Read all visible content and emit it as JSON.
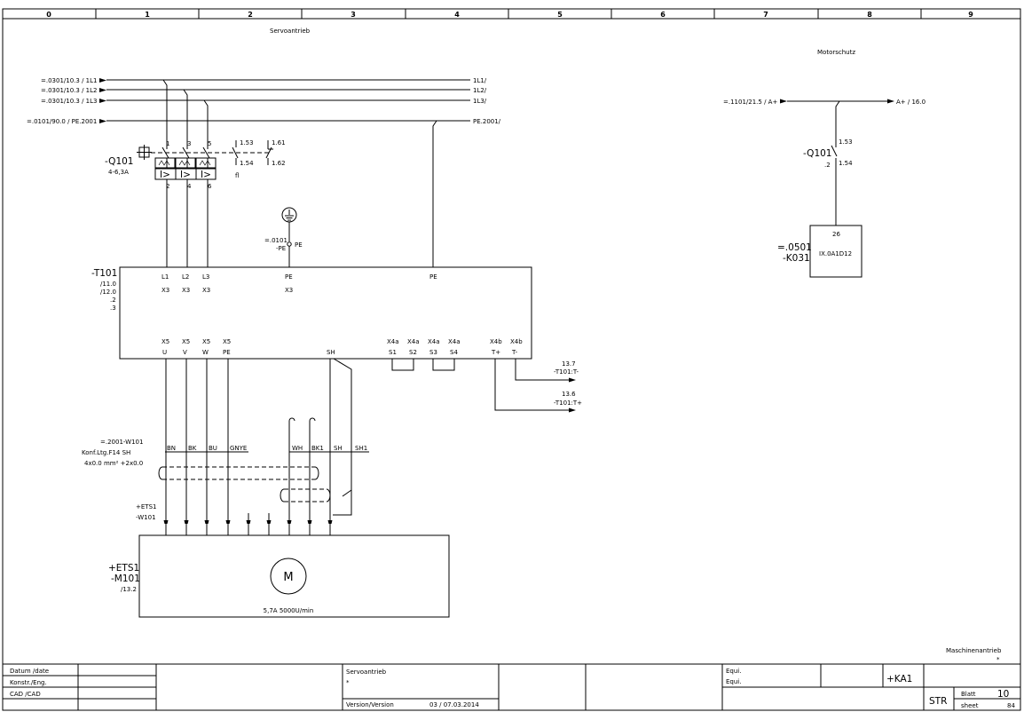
{
  "frame": {
    "columns": [
      "0",
      "1",
      "2",
      "3",
      "4",
      "5",
      "6",
      "7",
      "8",
      "9"
    ]
  },
  "headings": {
    "servo": "Servoantrieb",
    "motorschutz": "Motorschutz"
  },
  "supply": {
    "ref1": "=.0301/10.3 / 1L1",
    "ref2": "=.0301/10.3 / 1L2",
    "ref3": "=.0301/10.3 / 1L3",
    "ref_pe": "=.0101/90.0 / PE.2001",
    "out1": "1L1/",
    "out2": "1L2/",
    "out3": "1L3/",
    "out_pe": "PE.2001/"
  },
  "q101": {
    "tag": "-Q101",
    "rating": "4-6,3A",
    "t1": "1",
    "t3": "3",
    "t5": "5",
    "t2": "2",
    "t4": "4",
    "t6": "6",
    "trip": "I>",
    "aux153": "1.53",
    "aux154": "1.54",
    "aux161": "1.61",
    "aux162": "1.62",
    "aux_mark": "ﬂ"
  },
  "pe_term": {
    "ref": "=.0101",
    "tag": "-PE",
    "label": "PE"
  },
  "t101": {
    "tag": "-T101",
    "ref1": "/11.0",
    "ref2": "/12.0",
    "ref3": ".2",
    "ref4": ".3",
    "top": [
      {
        "a": "L1",
        "b": "X3"
      },
      {
        "a": "L2",
        "b": "X3"
      },
      {
        "a": "L3",
        "b": "X3"
      },
      {
        "a": "PE",
        "b": "X3"
      },
      {
        "a": "PE",
        "b": ""
      }
    ],
    "bottom": [
      {
        "a": "X5",
        "b": "U"
      },
      {
        "a": "X5",
        "b": "V"
      },
      {
        "a": "X5",
        "b": "W"
      },
      {
        "a": "X5",
        "b": "PE"
      },
      {
        "a": "",
        "b": "SH"
      },
      {
        "a": "X4a",
        "b": "S1"
      },
      {
        "a": "X4a",
        "b": "S2"
      },
      {
        "a": "X4a",
        "b": "S3"
      },
      {
        "a": "X4a",
        "b": "S4"
      },
      {
        "a": "X4b",
        "b": "T+"
      },
      {
        "a": "X4b",
        "b": "T-"
      }
    ],
    "tm_ref": "13.7",
    "tm_tag": "-T101:T-",
    "tp_ref": "13.6",
    "tp_tag": "-T101:T+"
  },
  "cable": {
    "ref": "=.2001-W101",
    "type": "Konf.Ltg.F14 SH",
    "section": "4x0.0 mm² +2x0.0",
    "cores": [
      "BN",
      "BK",
      "BU",
      "GNYE",
      "WH",
      "BK1",
      "SH",
      "SH1"
    ]
  },
  "motor": {
    "loc": "+ETS1",
    "cable_tag": "-W101",
    "box_loc": "+ETS1",
    "tag": "-M101",
    "ref": "/13.2",
    "symbol": "M",
    "rating": "5,7A  5000U/min"
  },
  "motorschutz": {
    "in_ref": "=.1101/21.5 / A+",
    "out_ref": "A+ / 16.0",
    "tag": "-Q101",
    "tag_sub": ".2",
    "c153": "1.53",
    "c154": "1.54",
    "k_num": "26",
    "k_tag1": "=.0501",
    "k_tag2": "-K031",
    "k_type": "IX.0A1D12"
  },
  "title_block": {
    "date_label": "Datum  /date",
    "konstr_label": "Konstr./Eng.",
    "cad_label": "CAD  /CAD",
    "title": "Servoantrieb",
    "star": "*",
    "version_label": "Version/Version",
    "version_value": "03 /  07.03.2014",
    "equi1": "Equi.",
    "equi2": "Equi.",
    "location": "+KA1",
    "corner": "Maschinenantrieb",
    "corner_star": "*",
    "str": "STR",
    "blatt": "Blatt",
    "blatt_no": "10",
    "sheet": "sheet",
    "sheet_total": "84"
  }
}
